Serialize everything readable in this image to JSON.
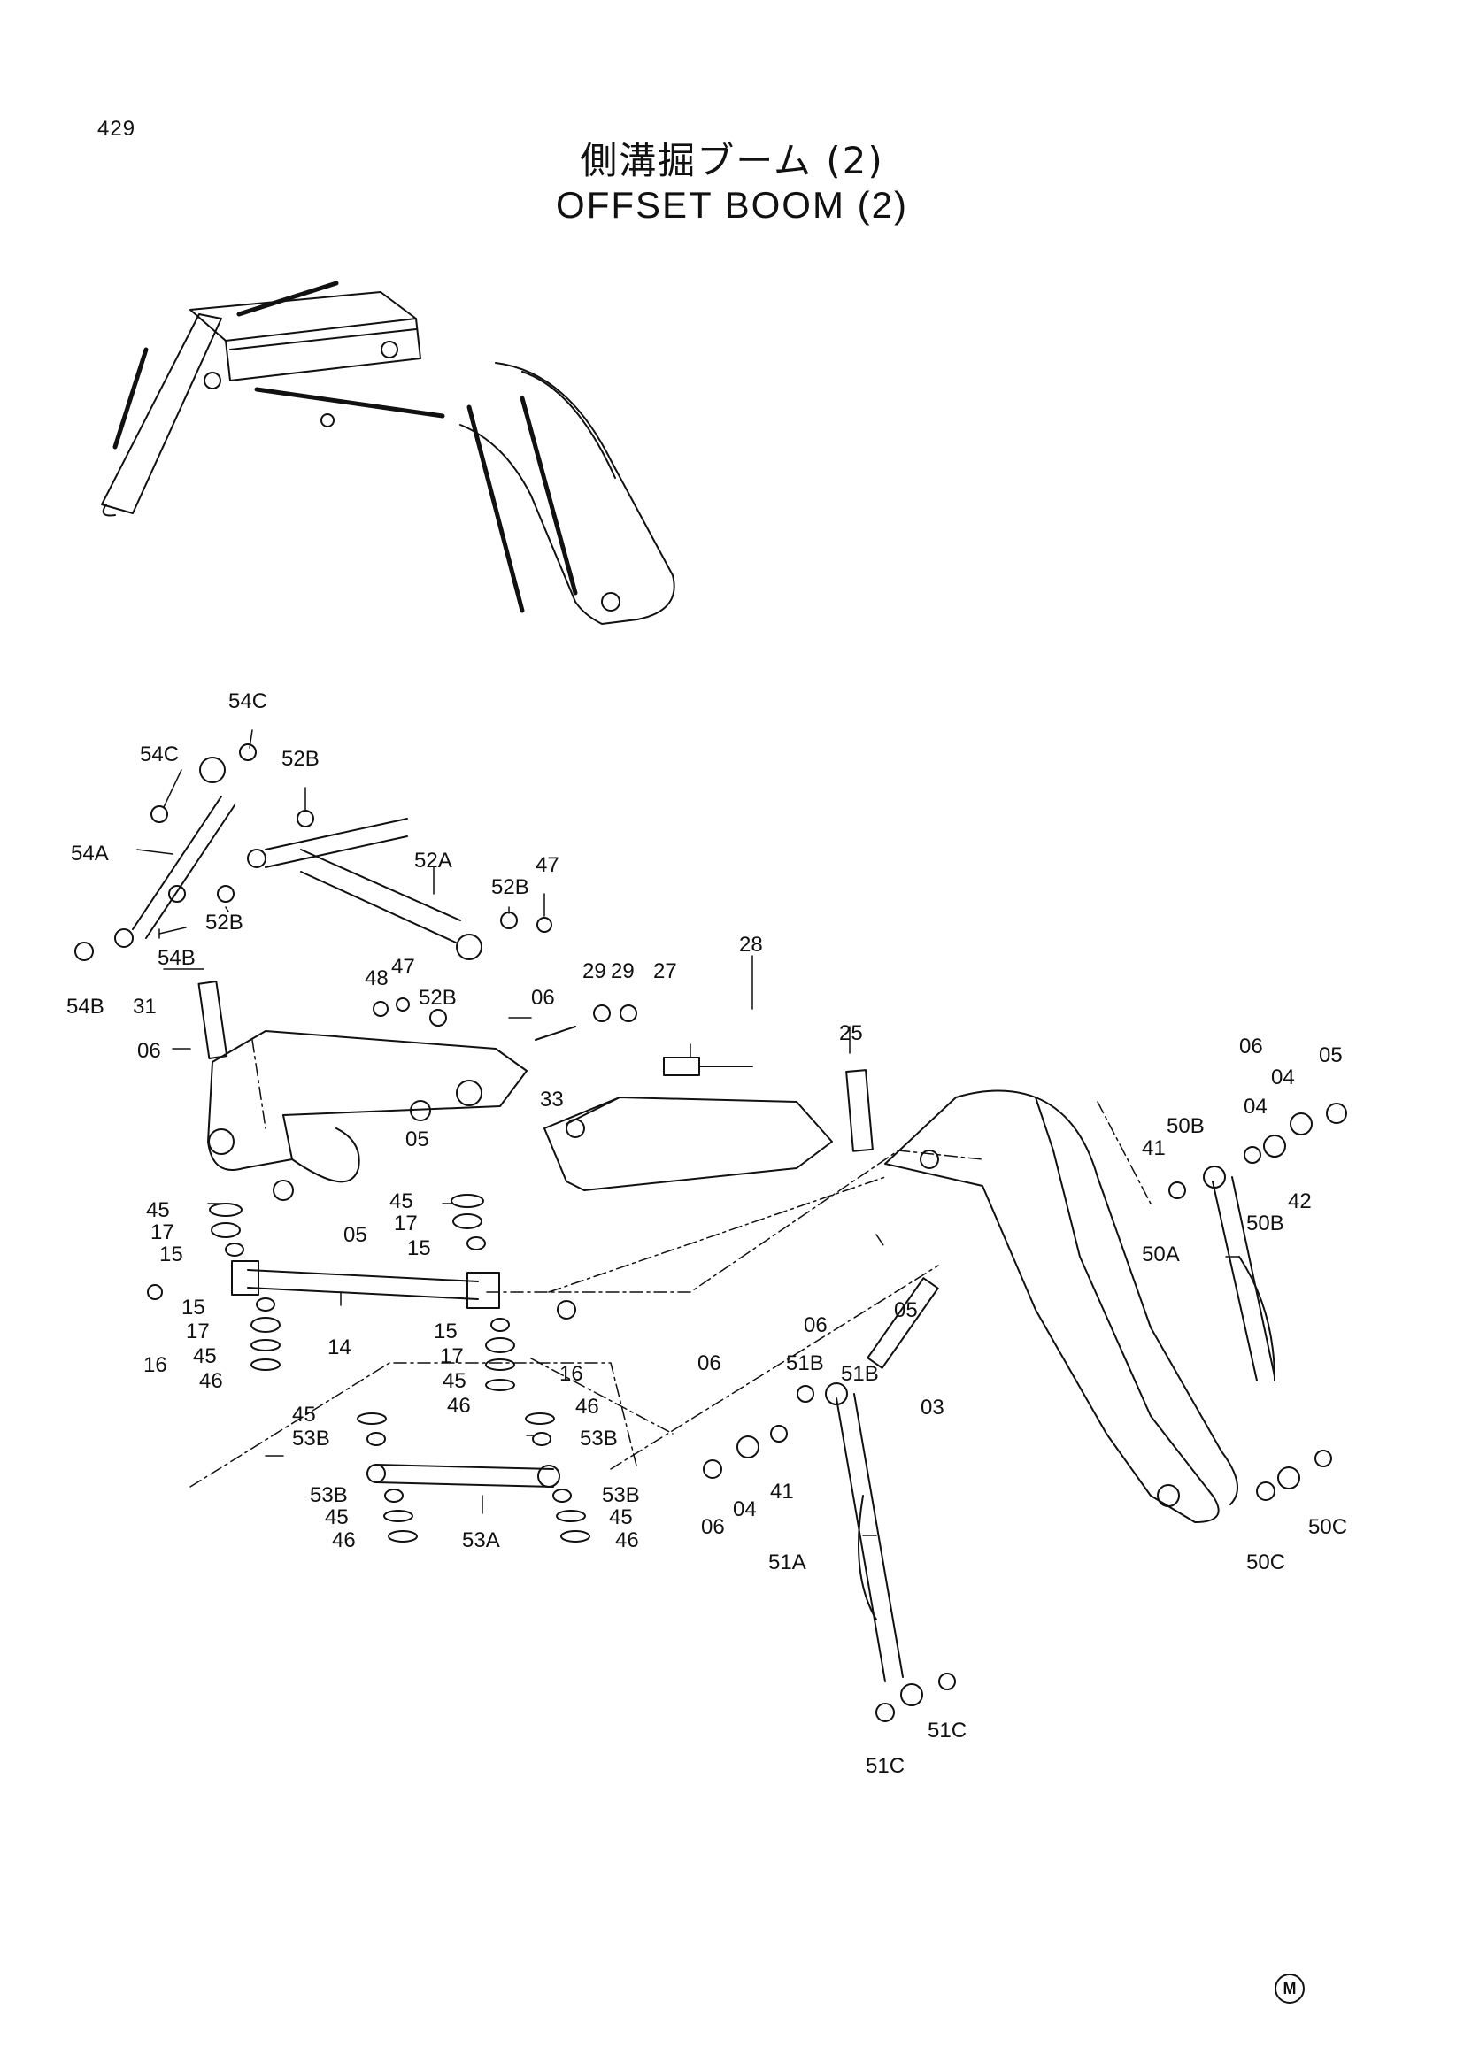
{
  "header": {
    "page_number": "429",
    "title_jp": "側溝掘ブーム (2)",
    "title_en": "OFFSET BOOM (2)"
  },
  "footer": {
    "mark": "M"
  },
  "callouts": [
    "54C",
    "54C",
    "52B",
    "54A",
    "52B",
    "52A",
    "52B",
    "47",
    "54B",
    "54B",
    "48",
    "47",
    "52B",
    "31",
    "06",
    "06",
    "33",
    "29",
    "29",
    "27",
    "28",
    "25",
    "05",
    "05",
    "45",
    "17",
    "15",
    "45",
    "17",
    "15",
    "16",
    "14",
    "15",
    "17",
    "45",
    "46",
    "15",
    "17",
    "45",
    "46",
    "16",
    "46",
    "45",
    "53B",
    "53B",
    "53B",
    "45",
    "46",
    "53A",
    "53B",
    "45",
    "46",
    "06",
    "04",
    "06",
    "05",
    "06",
    "04",
    "05",
    "42",
    "41",
    "50B",
    "50B",
    "50A",
    "51B",
    "51B",
    "06",
    "41",
    "04",
    "03",
    "51A",
    "51C",
    "51C",
    "50C",
    "50C"
  ]
}
